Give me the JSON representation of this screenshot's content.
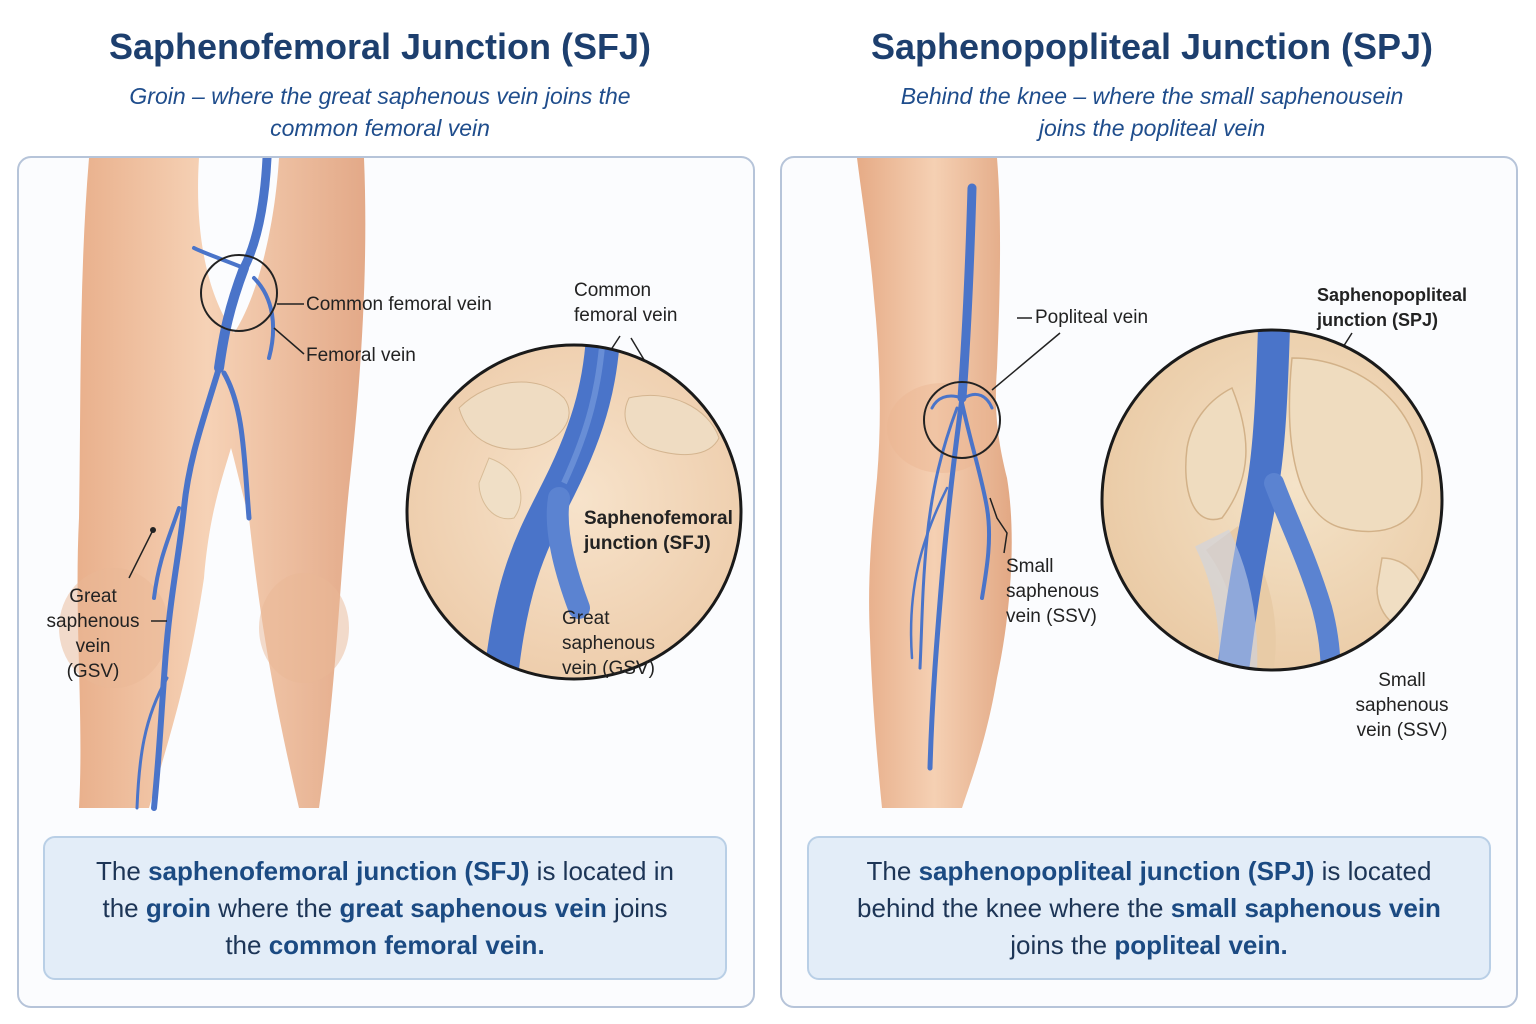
{
  "left": {
    "title": "Saphenofemoral Junction (SFJ)",
    "subtitle": [
      "Groin – where the great saphenous vein joins the",
      "common femoral vein"
    ],
    "labels": {
      "common_femoral_vein": "Common femoral vein",
      "femoral_vein": "Femoral vein",
      "gsv": [
        "Great",
        "saphenous",
        "vein",
        "(GSV)"
      ],
      "inset_common_femoral": [
        "Common",
        "femoral vein"
      ],
      "inset_sfj": [
        "Saphenofemoral",
        "junction (SFJ)"
      ],
      "inset_gsv": [
        "Great",
        "saphenous",
        "vein (GSV)"
      ]
    },
    "callout": {
      "l1_a": "The ",
      "l1_b": "saphenofemoral junction (SFJ)",
      "l1_c": " is located in",
      "l2_a": "the ",
      "l2_b": "groin",
      "l2_c": " where the ",
      "l2_d": "great saphenous vein",
      "l2_e": " joins",
      "l3_a": "the ",
      "l3_b": "common femoral vein."
    }
  },
  "right": {
    "title": "Saphenopopliteal Junction (SPJ)",
    "subtitle": [
      "Behind the knee – where the small saphenousein",
      "joins the popliteal vein"
    ],
    "labels": {
      "popliteal_vein": "Popliteal vein",
      "ssv": [
        "Small",
        "saphenous",
        "vein (SSV)"
      ],
      "inset_spj": [
        "Saphenopopliteal",
        "junction (SPJ)"
      ],
      "inset_ssv": [
        "Small",
        "saphenous",
        "vein (SSV)"
      ]
    },
    "callout": {
      "l1_a": "The ",
      "l1_b": "saphenopopliteal junction (SPJ)",
      "l1_c": " is located",
      "l2_a": "behind the knee where the ",
      "l2_b": "small saphenous vein",
      "l3_a": "joins the ",
      "l3_b": "popliteal vein."
    }
  },
  "colors": {
    "title": "#1d3f6e",
    "vein": "#4a74c9",
    "skin": "#f0c3a0",
    "callout_bg": "#e3edf8"
  }
}
